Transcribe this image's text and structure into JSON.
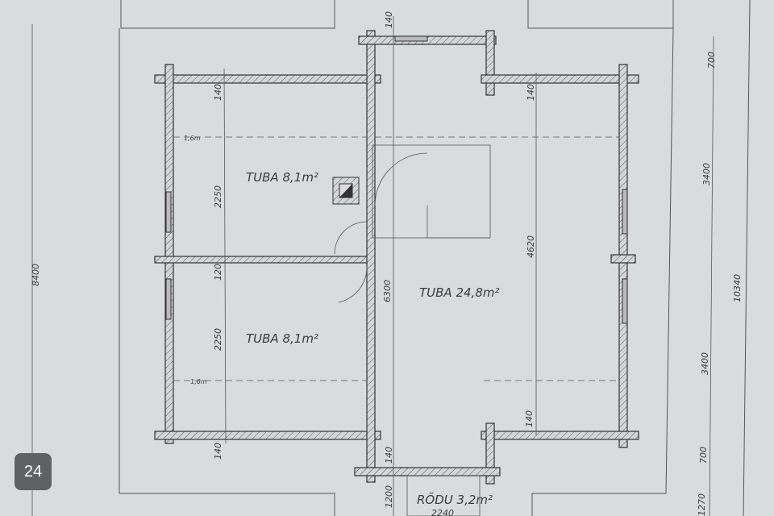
{
  "rooms": {
    "top_left": "TUBA 8,1m²",
    "bottom_left": "TUBA 8,1m²",
    "right": "TUBA 24,8m²",
    "balcony": "RÕDU 3,2m²"
  },
  "dimensions": {
    "left_total": "8400",
    "right_total": "10340",
    "right_top_overhang": "700",
    "right_upper": "3400",
    "right_lower": "3400",
    "right_bottom_overhang": "700",
    "right_balcony": "1270",
    "left_room_top_height": "2250",
    "left_room_bottom_height": "2250",
    "left_wall_top": "140",
    "left_mid_wall": "120",
    "left_wall_bottom": "140",
    "left_slope_top": "1,6m",
    "left_slope_bottom": "1,6m",
    "center_top": "140",
    "center_height": "6300",
    "right_room_height": "4620",
    "right_wall_top": "140",
    "right_wall_bottom": "140",
    "balcony_wall": "140",
    "balcony_depth": "1200",
    "balcony_width": "2240"
  },
  "page_badge": "24",
  "colors": {
    "paper": "#d9dcdd",
    "pencil": "#3a3d40",
    "badge": "#5f6163"
  }
}
